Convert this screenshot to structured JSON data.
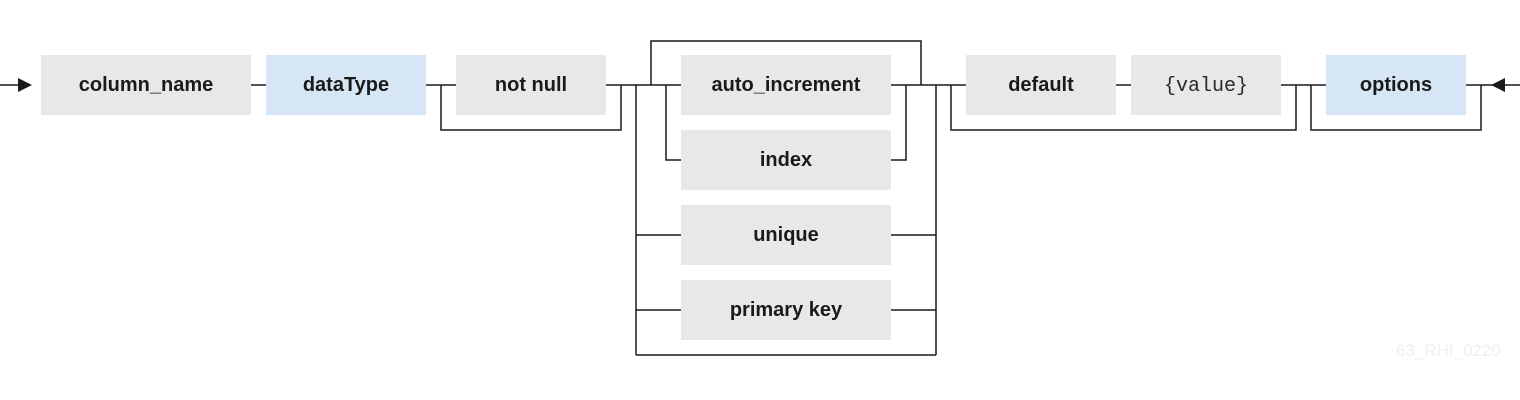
{
  "colors": {
    "keyword_box": "#e8e8e8",
    "option_box": "#d6e6f5",
    "line": "#1a1a1a"
  },
  "nodes": {
    "column_name": "column_name",
    "data_type": "dataType",
    "not_null": "not null",
    "auto_increment": "auto_increment",
    "index": "index",
    "unique": "unique",
    "primary_key": "primary key",
    "default": "default",
    "value": "{value}",
    "options": "options"
  },
  "watermark": "63_RHI_0220"
}
